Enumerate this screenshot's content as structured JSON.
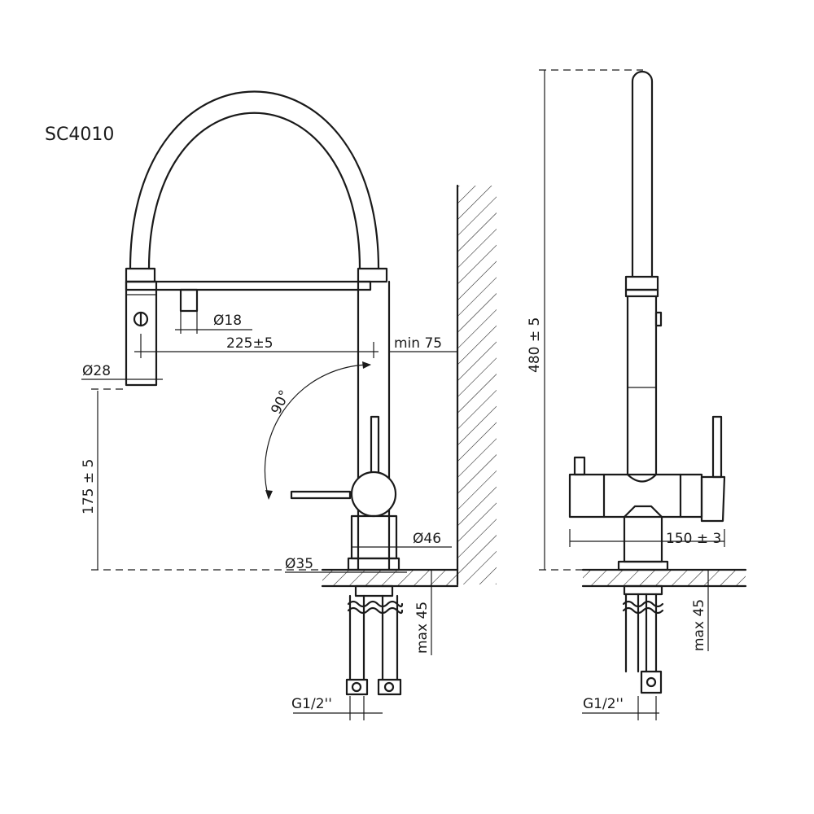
{
  "title": "SC4010",
  "dimensions": {
    "diam_18": "Ø18",
    "reach_225": "225±5",
    "min_75": "min 75",
    "diam_28": "Ø28",
    "angle_90": "90°",
    "height_175": "175 ± 5",
    "diam_46": "Ø46",
    "diam_35": "Ø35",
    "max_45": "max 45",
    "thread": "G1/2''",
    "height_480": "480 ± 5",
    "width_150": "150 ± 3"
  }
}
